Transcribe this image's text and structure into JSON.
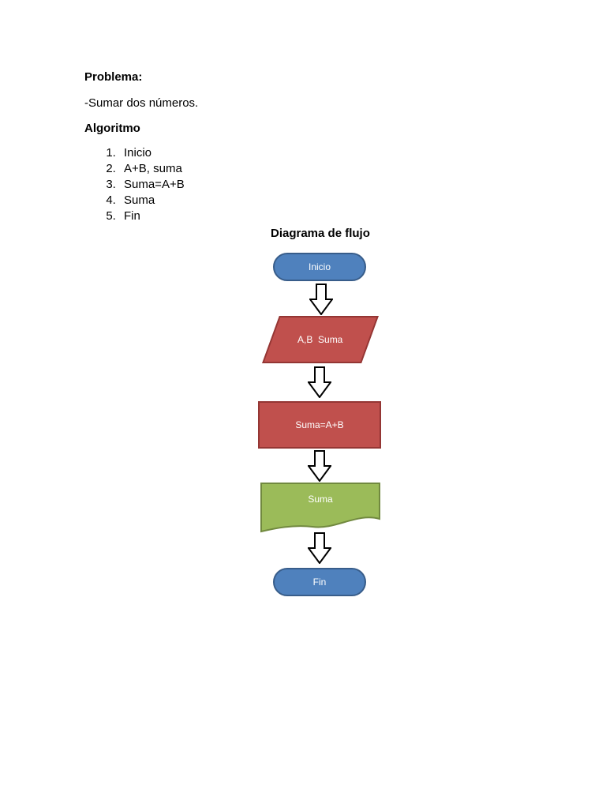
{
  "page": {
    "problem_heading": "Problema:",
    "problem_text": "-Sumar dos números.",
    "algorithm_heading": "Algoritmo",
    "algorithm_steps": [
      "Inicio",
      "A+B, suma",
      "Suma=A+B",
      "Suma",
      "Fin"
    ]
  },
  "flowchart": {
    "title": "Diagrama de flujo",
    "nodes": [
      {
        "type": "terminator",
        "label": "Inicio",
        "fill": "#4f81bd",
        "border": "#385d8a"
      },
      {
        "type": "parallelogram",
        "label": "A,B  Suma",
        "fill": "#c0504d",
        "border": "#943634"
      },
      {
        "type": "process",
        "label": "Suma=A+B",
        "fill": "#c0504d",
        "border": "#943634"
      },
      {
        "type": "document",
        "label": "Suma",
        "fill": "#9bbb59",
        "border": "#71893f"
      },
      {
        "type": "terminator",
        "label": "Fin",
        "fill": "#4f81bd",
        "border": "#385d8a"
      }
    ],
    "arrow_colors": {
      "fill": "#ffffff",
      "border": "#000000"
    }
  }
}
